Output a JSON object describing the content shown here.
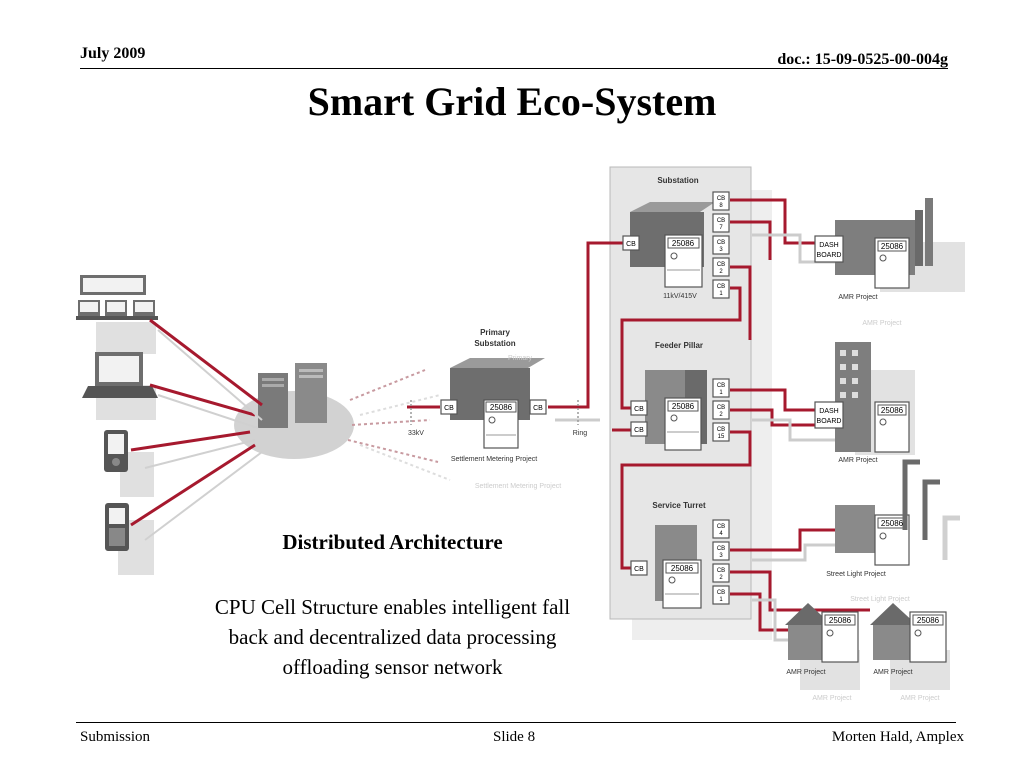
{
  "header": {
    "date": "July 2009",
    "doc_prefix": "doc.: ",
    "doc_id": "15-09-0525-00-004g"
  },
  "title": "Smart Grid Eco-System",
  "diagram": {
    "substation": "Substation",
    "voltage": "11kV/415V",
    "feeder_pillar": "Feeder Pillar",
    "service_turret": "Service Turret",
    "primary_substation_1": "Primary",
    "primary_substation_2": "Substation",
    "primary_ghost": "Primary",
    "kv33": "33kV",
    "ring": "Ring",
    "settlement": "Settlement Metering Project",
    "settlement_ghost": "Settlement Metering Project",
    "meter": "25086",
    "cb": "CB",
    "dash1": "DASH",
    "dash2": "BOARD",
    "amr": "AMR Project",
    "amr_ghost": "AMR Project",
    "street": "Street Light Project",
    "street_ghost": "Street Light Project",
    "cb_top": [
      [
        "CB",
        "8"
      ],
      [
        "CB",
        "7"
      ],
      [
        "CB",
        "3"
      ],
      [
        "CB",
        "2"
      ],
      [
        "CB",
        "1"
      ]
    ],
    "cb_mid": [
      [
        "CB",
        "1"
      ],
      [
        "CB",
        "2"
      ],
      [
        "CB",
        "15"
      ]
    ],
    "cb_bot": [
      [
        "CB",
        "4"
      ],
      [
        "CB",
        "3"
      ],
      [
        "CB",
        "2"
      ],
      [
        "CB",
        "1"
      ]
    ]
  },
  "architecture": {
    "heading": "Distributed Architecture",
    "body": "CPU Cell Structure enables intelligent fall back and decentralized data processing offloading sensor network"
  },
  "footer": {
    "left": "Submission",
    "center": "Slide 8",
    "right": "Morten Hald, Amplex"
  },
  "colors": {
    "accent": "#a6192e",
    "panel": "#e6e6e6",
    "shape": "#8a8a8a"
  }
}
